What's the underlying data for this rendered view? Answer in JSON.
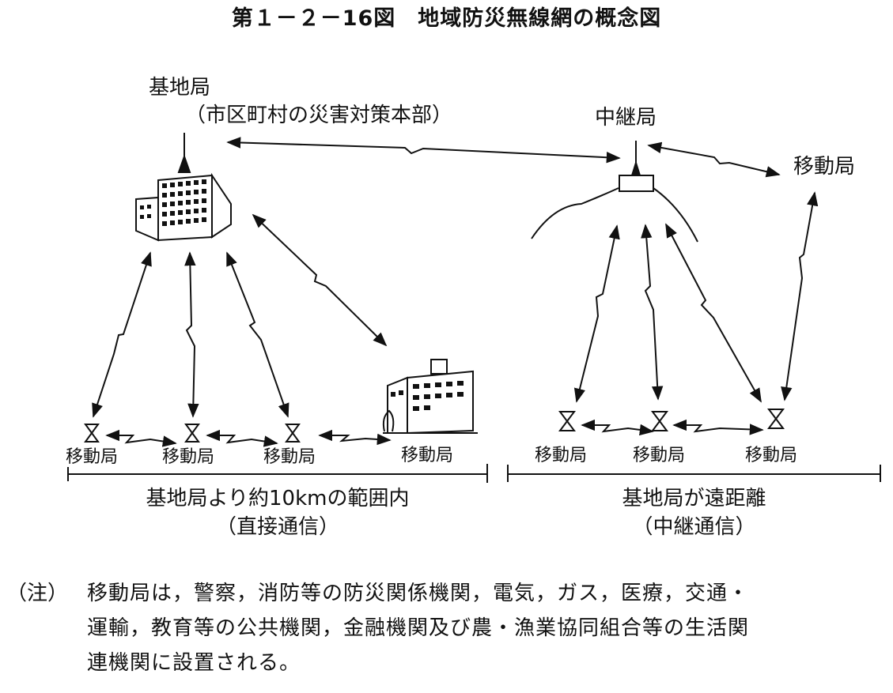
{
  "title": "第１－２－16図　地域防災無線網の概念図",
  "base_station": {
    "label": "基地局",
    "sublabel": "（市区町村の災害対策本部）"
  },
  "relay_station": {
    "label": "中継局"
  },
  "mobile_station_label": "移動局",
  "left_section": {
    "caption_line1": "基地局より約10kmの範囲内",
    "caption_line2": "（直接通信）"
  },
  "right_section": {
    "caption_line1": "基地局が遠距離",
    "caption_line2": "（中継通信）"
  },
  "note": {
    "label": "（注）",
    "lines": [
      "移動局は，警察，消防等の防災関係機関，電気，ガス，医療，交通・",
      "運輸，教育等の公共機関，金融機関及び農・漁業協同組合等の生活関",
      "連機関に設置される。"
    ]
  },
  "icons": [
    "antenna-tower-icon",
    "office-building-icon",
    "mountain-icon",
    "mobile-station-icon",
    "radio-link-arrow-icon"
  ]
}
